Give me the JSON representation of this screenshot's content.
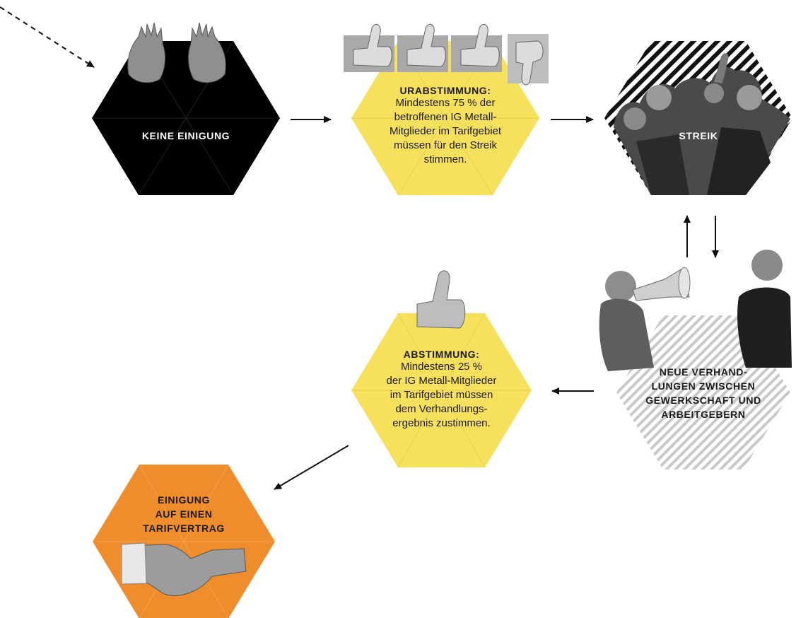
{
  "colors": {
    "black_hex": "#000000",
    "yellow_hex": "#f6e05c",
    "orange_hex": "#ef8c2b",
    "grey_hatch": "#c9c9c9",
    "arrow": "#111111"
  },
  "nodes": {
    "keine_einigung": {
      "title": "KEINE EINIGUNG",
      "icon": "raised-hands-icon"
    },
    "urabstimmung": {
      "title": "URABSTIMMUNG:",
      "text": "Mindestens 75 % der\nbetroffenen IG Metall-\nMitglieder im Tarifgebiet\nmüssen für den Streik\nstimmen.",
      "icon": "thumbs-up-down-icon"
    },
    "streik": {
      "title": "STREIK",
      "icon": "protest-crowd-icon"
    },
    "neue_verhandlungen": {
      "title": "NEUE VERHAND-\nLUNGEN ZWISCHEN\nGEWERKSCHAFT UND\nARBEITGEBERN",
      "icon": "megaphone-negotiators-icon"
    },
    "abstimmung": {
      "title": "ABSTIMMUNG:",
      "text": "Mindestens 25 %\nder IG Metall-Mitglieder\nim Tarifgebiet müssen\ndem Verhandlungs-\nergebnis zustimmen.",
      "icon": "thumbs-up-icon"
    },
    "einigung": {
      "title": "EINIGUNG\nAUF EINEN\nTARIFVERTRAG",
      "icon": "handshake-icon"
    }
  }
}
